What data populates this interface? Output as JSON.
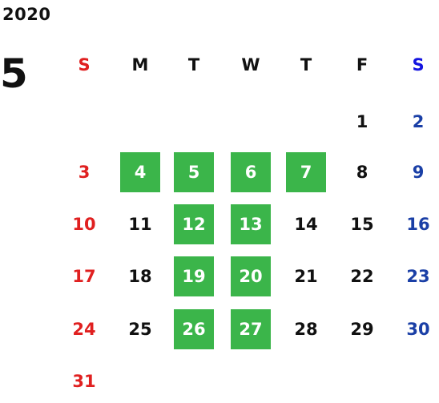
{
  "calendar": {
    "year": "2020",
    "month": "5",
    "weekdays": [
      "S",
      "M",
      "T",
      "W",
      "T",
      "F",
      "S"
    ],
    "weeks": [
      [
        null,
        null,
        null,
        null,
        null,
        1,
        2
      ],
      [
        3,
        4,
        5,
        6,
        7,
        8,
        9
      ],
      [
        10,
        11,
        12,
        13,
        14,
        15,
        16
      ],
      [
        17,
        18,
        19,
        20,
        21,
        22,
        23
      ],
      [
        24,
        25,
        26,
        27,
        28,
        29,
        30
      ],
      [
        31,
        null,
        null,
        null,
        null,
        null,
        null
      ]
    ],
    "highlighted_days": [
      4,
      5,
      6,
      7,
      12,
      13,
      19,
      20,
      26,
      27
    ],
    "colors": {
      "sunday": "#e02020",
      "saturday_header": "#1414e0",
      "saturday": "#1a3fa6",
      "weekday": "#111111",
      "highlight_background": "#3bb54a",
      "highlight_text": "#ffffff"
    }
  }
}
